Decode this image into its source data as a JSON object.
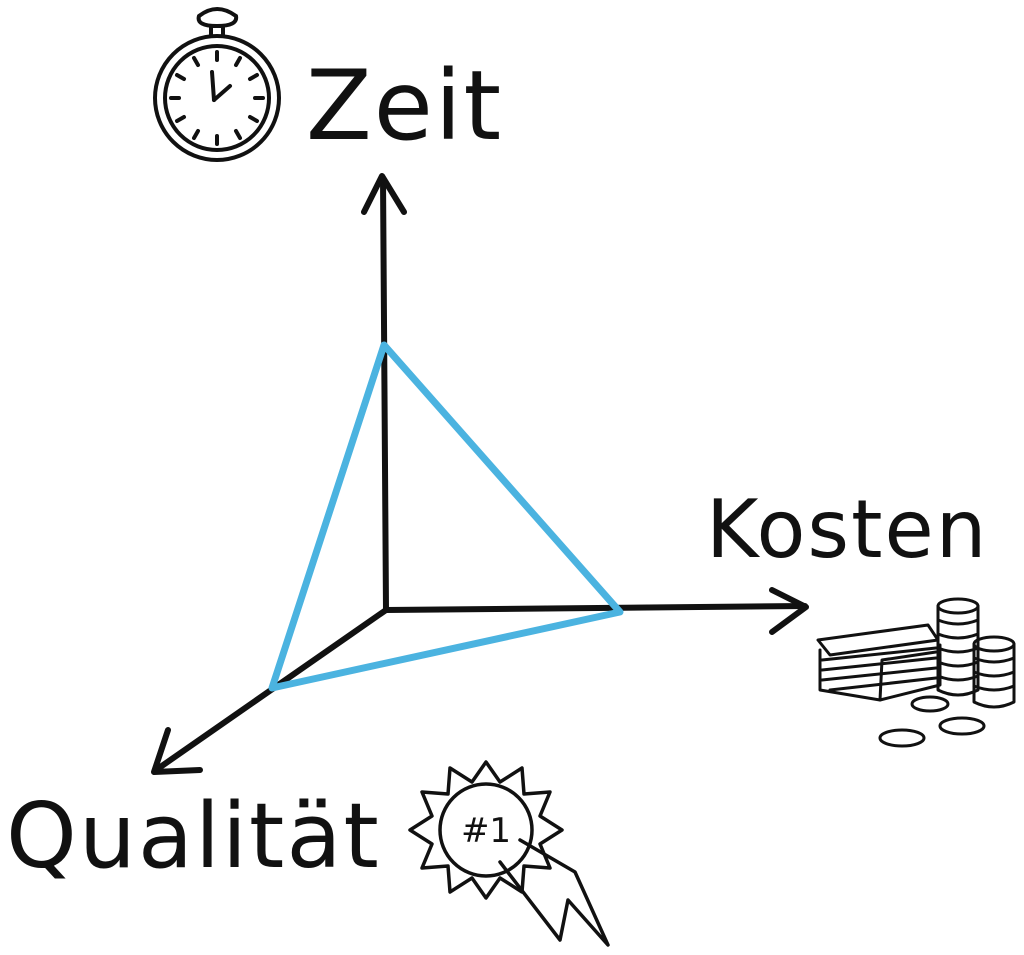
{
  "diagram": {
    "axes": {
      "time": "Zeit",
      "cost": "Kosten",
      "quality": "Qualität"
    },
    "badge_text": "#1",
    "colors": {
      "ink": "#111111",
      "triangle": "#4bb3e0",
      "background": "#ffffff"
    },
    "icons": {
      "time": "stopwatch-icon",
      "cost": "money-stack-icon",
      "quality": "award-rosette-icon"
    }
  }
}
